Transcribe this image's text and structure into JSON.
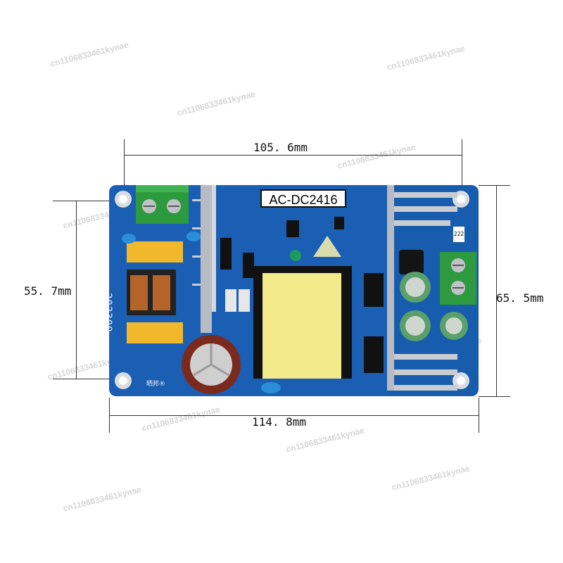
{
  "dimensions": {
    "top_width": "105. 6mm",
    "bottom_width": "114. 8mm",
    "left_height": "55. 7mm",
    "right_height": "65. 5mm"
  },
  "board": {
    "model_label": "AC-DC2416",
    "date_code": "202309",
    "capacitor_marking": "222",
    "brand": "晒邦®"
  },
  "watermark": "cn1106833461kynae",
  "colors": {
    "pcb": "#1a5fb4",
    "heatsink": "#c9ccd1",
    "terminal": "#2e9a3f",
    "transformer": "#f2e98a",
    "capacitor": "#5aa06a"
  }
}
